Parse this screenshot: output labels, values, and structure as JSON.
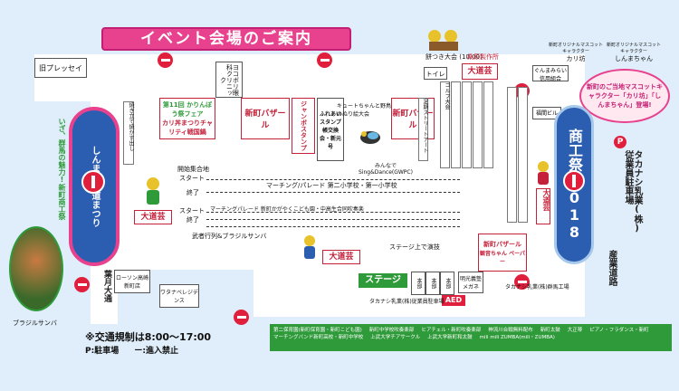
{
  "title": "イベント会場のご案内",
  "top_labels": {
    "prev_store": "旧プレッセイ",
    "mochi": "餅つき大会",
    "mochi_time": "(10:00)",
    "kuwahara": "桑原製作所",
    "toilet": "トイレ",
    "daidogei": "大道芸",
    "sponsor_left": "新町オリジナルマスコットキャラクター",
    "sponsor_name_left": "カリ坊",
    "sponsor_right": "新町オリジナルマスコットキャラクター",
    "sponsor_name_right": "しんまちゃん",
    "announce": "新町のご当地マスコットキャラクター「カリ坊」「しんまちゃん」登場!",
    "gunma": "ぐんまみらい信用組合",
    "fukuma": "福間ビル"
  },
  "buildings": {
    "yokobori": "ヨコボリ眼科クリニック",
    "kariyaki": "カリ丼まつりチャリティ戦国鍋",
    "kariyaki_top": "第11回 かりんぼう祭フェア",
    "bazaar1": "新町バザール",
    "j_stamp": "ジャンボスタンプ",
    "fureai": "ふれあいスタンプ帳交換会・新元号",
    "bazaar2": "新町バザール",
    "kyuto": "キュートちゃんと野鳥のぬり絵大会",
    "minna": "みんなで Sing&Dance(GWPC)",
    "teipo": "定期ストリートアート",
    "shoko": "商工祭2018",
    "takanashi_park": "タカナシ乳業(株)従業員駐車場",
    "p_label": "P",
    "bazaar3": "新町バザール",
    "kaisho": "観音ちゃん ペーパー",
    "takanashi_factory": "タカナシ乳業(株)群馬工場",
    "takanashi_office": "タカナシ乳業(株)従業員駐車場",
    "stage": "ステージ",
    "meiji": "明光義塾 メガネ",
    "aed": "AED",
    "hq1": "本部",
    "hq2": "本部",
    "hq3": "本部",
    "lawson": "ローソン高崎新町店",
    "watanabe": "ワタナベレジデンス",
    "sakura": "葉月大通",
    "sangyo": "産業道路",
    "left_banner": "いざ、群馬の魅力!新町商工祭",
    "left_banner2": "しんまち大道まつり",
    "samba_label": "ブラジルサンバ",
    "stall_left1": "焼き立て焼かす出し",
    "stall_right1": "ゴルフ大会"
  },
  "routes": {
    "assembly": "開始集合地",
    "start1": "スタート",
    "goal1": "終了",
    "parade": "マーチング/パレード 第二小学校・第一小学校",
    "start2": "スタート",
    "parade2": "マーチングパレード 新町かがやくこども園・中高生合同吹奏楽",
    "goal2": "終了",
    "samba": "武者行列&ブラジルサンバ",
    "stage_route": "ステージ上で演技",
    "daidogei_mid": "大道芸",
    "daidogei_left": "大道芸",
    "daidogei_right": "大道芸"
  },
  "notes": {
    "traffic": "※交通規制は8:00～17:00",
    "parking": "P:駐車場",
    "no_entry": "ー:進入禁止"
  },
  "stage_lineup": [
    "第二保育園(新町保育園・新町こども園)",
    "新町中学校吹奏楽部",
    "ヒアチェル・新町吹奏楽部",
    "神流川合戦無料配布",
    "新町太鼓",
    "大正琴",
    "ピアノ・フラダンス・新町",
    "マーチングバンド新町高校・新町中学校",
    "上武大学チアサークル",
    "上武大学新町和太鼓",
    "mili mili ZUMBA(mili・ZUMBA)"
  ],
  "colors": {
    "title_bg": "#e8418e",
    "accent_red": "#c4213b",
    "stage_green": "#2f9a3a",
    "road": "#ffffff",
    "background": "#dfeefa",
    "shoko_blue": "#2b5db0"
  }
}
